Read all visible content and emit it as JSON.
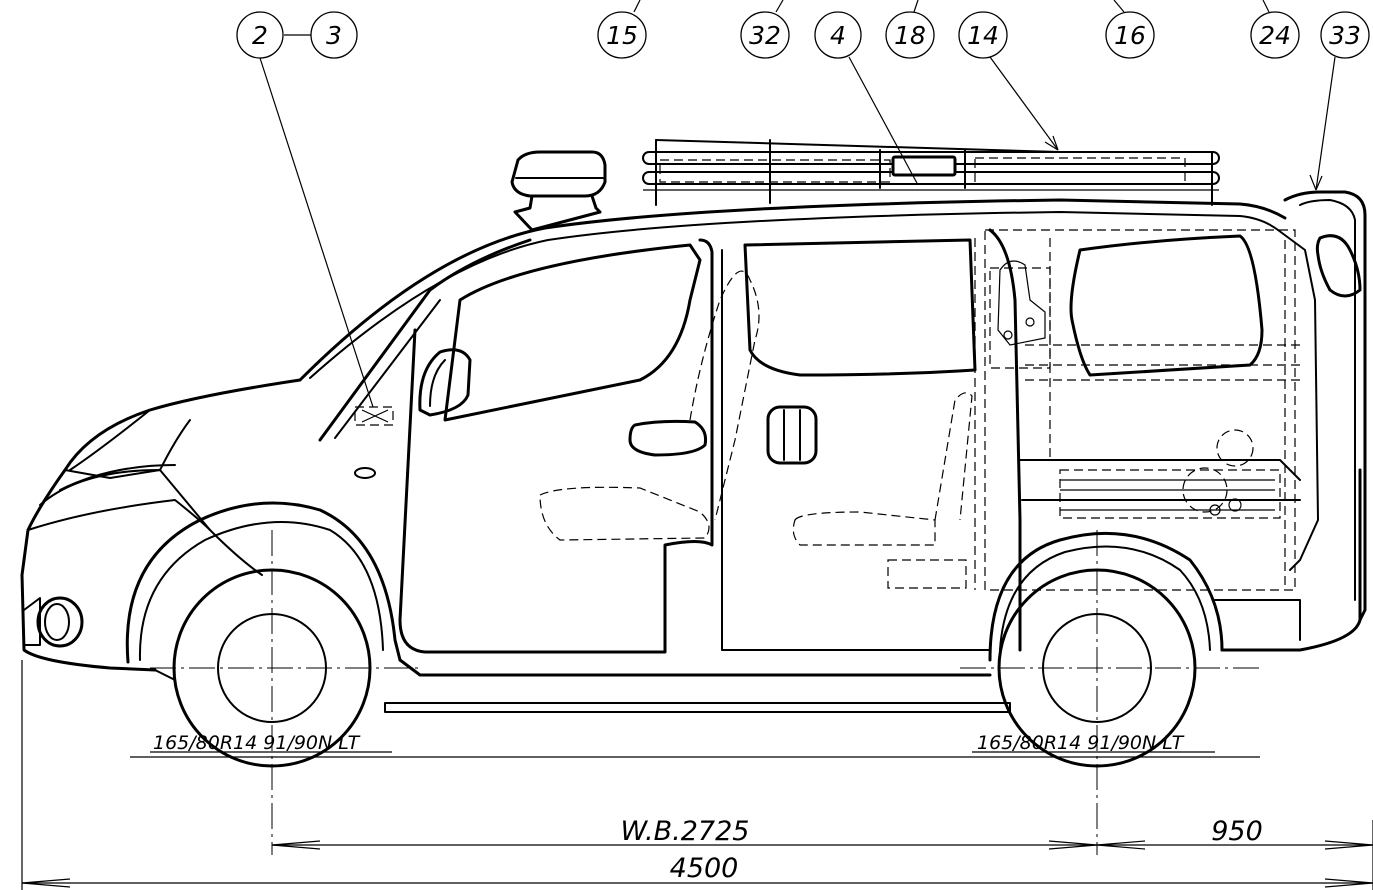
{
  "callouts": [
    {
      "id": "c2",
      "label": "2"
    },
    {
      "id": "c3",
      "label": "3"
    },
    {
      "id": "c15",
      "label": "15"
    },
    {
      "id": "c32",
      "label": "32"
    },
    {
      "id": "c4",
      "label": "4"
    },
    {
      "id": "c18",
      "label": "18"
    },
    {
      "id": "c14",
      "label": "14"
    },
    {
      "id": "c16",
      "label": "16"
    },
    {
      "id": "c24",
      "label": "24"
    },
    {
      "id": "c33",
      "label": "33"
    }
  ],
  "tires": {
    "front": "165/80R14 91/90N LT",
    "rear": "165/80R14 91/90N LT"
  },
  "dimensions": {
    "wheelbase": "W.B.2725",
    "rear_overhang": "950",
    "overall_length": "4500"
  }
}
